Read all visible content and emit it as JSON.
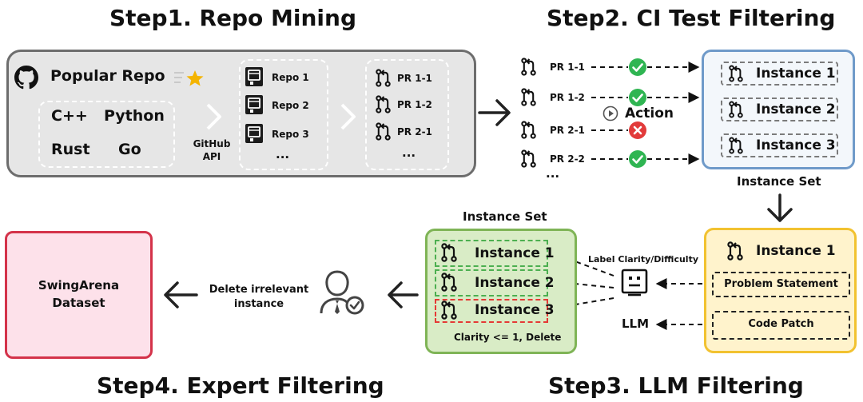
{
  "step1": {
    "title": "Step1. Repo Mining",
    "popular_repo": "Popular Repo",
    "languages": [
      "C++",
      "Python",
      "Rust",
      "Go"
    ],
    "api_label": [
      "GitHub",
      "API"
    ],
    "repos": [
      "Repo 1",
      "Repo 2",
      "Repo 3"
    ],
    "prs": [
      "PR 1-1",
      "PR 1-2",
      "PR 2-1"
    ],
    "ellipsis": "..."
  },
  "step2": {
    "title": "Step2. CI Test Filtering",
    "prs": [
      "PR 1-1",
      "PR 1-2",
      "PR 2-1",
      "PR 2-2"
    ],
    "action": "Action",
    "instances": [
      "Instance 1",
      "Instance 2",
      "Instance 3"
    ],
    "set_label": "Instance Set",
    "ellipsis": "..."
  },
  "step3": {
    "title": "Step3. LLM Filtering",
    "instance": "Instance 1",
    "problem_statement": "Problem Statement",
    "code_patch": "Code Patch",
    "llm": "LLM",
    "label_text": "Label Clarity/Difficulty"
  },
  "llm_set": {
    "set_label": "Instance Set",
    "instances": [
      "Instance 1",
      "Instance 2",
      "Instance 3"
    ],
    "note": "Clarity <= 1, Delete"
  },
  "step4": {
    "title": "Step4. Expert Filtering",
    "delete_text": [
      "Delete irrelevant",
      "instance"
    ],
    "dataset": [
      "SwingArena",
      "Dataset"
    ]
  },
  "colors": {
    "check": "#2fb552",
    "cross": "#e23b3b",
    "step1_border": "#6d6d6d",
    "step2_border": "#6f9ac9",
    "step3_border": "#f2c230",
    "llm_set_border": "#7fb456",
    "final_border": "#d4334a"
  },
  "icons": {
    "github": "github-icon",
    "star": "star-icon",
    "repo": "repo-icon",
    "pull_request": "pull-request-icon",
    "check": "check-circle-icon",
    "cross": "x-circle-icon",
    "play": "play-icon",
    "robot": "robot-face-icon",
    "expert": "expert-user-icon"
  }
}
